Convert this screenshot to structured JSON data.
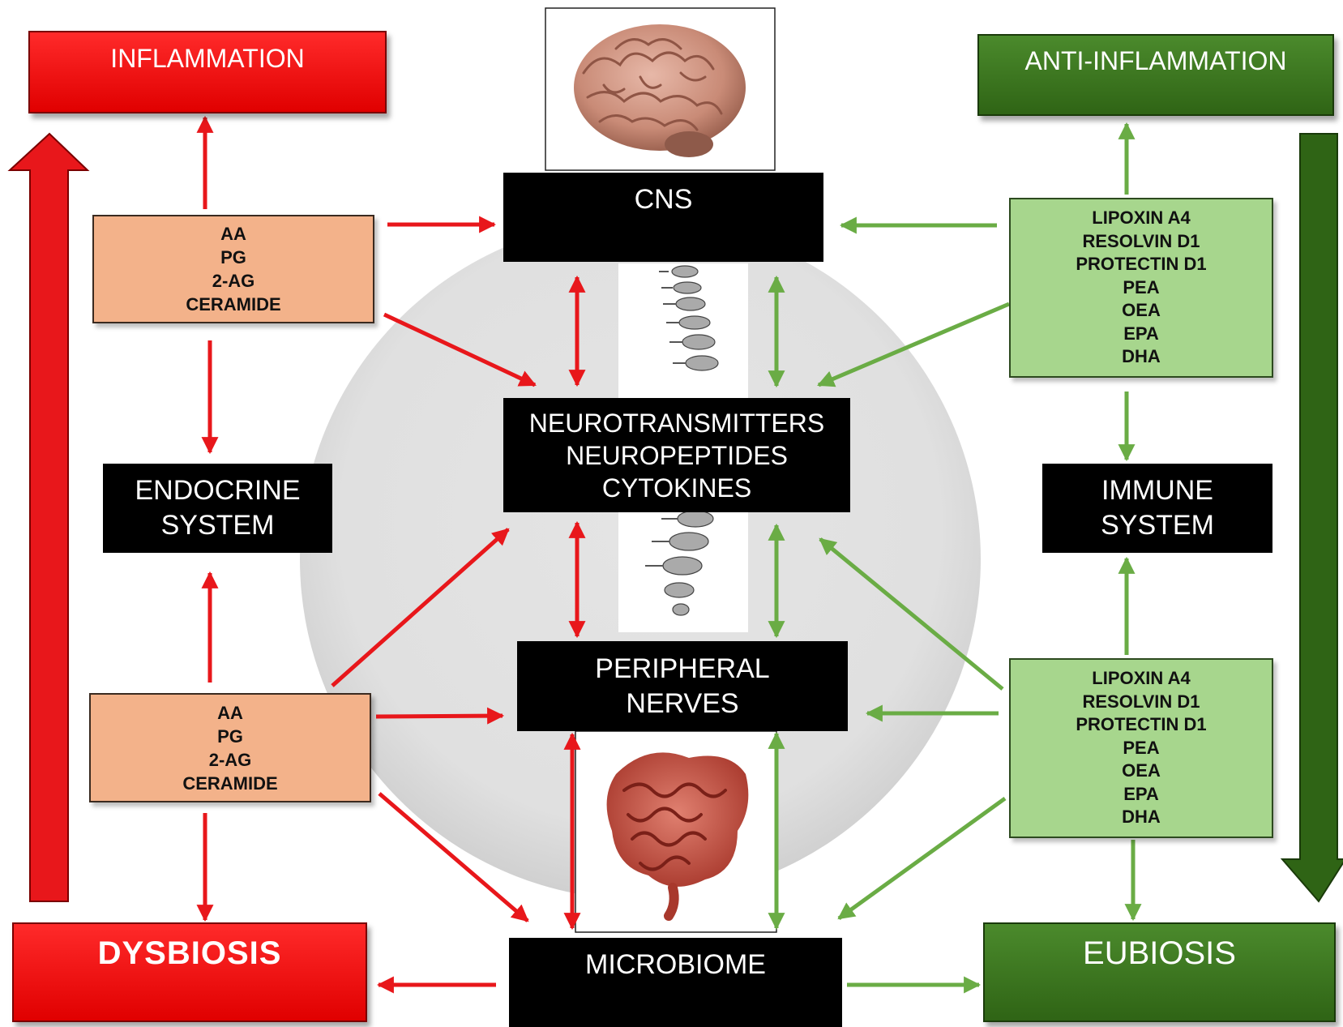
{
  "banners": {
    "inflammation": "INFLAMMATION",
    "anti_inflammation": "ANTI-INFLAMMATION",
    "dysbiosis": "DYSBIOSIS",
    "eubiosis": "EUBIOSIS"
  },
  "nodes": {
    "cns": "CNS",
    "mediators": [
      "NEUROTRANSMITTERS",
      "NEUROPEPTIDES",
      "CYTOKINES"
    ],
    "peripheral_nerves": [
      "PERIPHERAL",
      "NERVES"
    ],
    "microbiome": "MICROBIOME",
    "endocrine_system": [
      "ENDOCRINE",
      "SYSTEM"
    ],
    "immune_system": [
      "IMMUNE",
      "SYSTEM"
    ]
  },
  "pro_inflammatory_mediators_top": [
    "AA",
    "PG",
    "2-AG",
    "CERAMIDE"
  ],
  "pro_inflammatory_mediators_bottom": [
    "AA",
    "PG",
    "2-AG",
    "CERAMIDE"
  ],
  "anti_inflammatory_mediators_top": [
    "LIPOXIN A4",
    "RESOLVIN D1",
    "PROTECTIN D1",
    "PEA",
    "OEA",
    "EPA",
    "DHA"
  ],
  "anti_inflammatory_mediators_bottom": [
    "LIPOXIN A4",
    "RESOLVIN D1",
    "PROTECTIN D1",
    "PEA",
    "OEA",
    "EPA",
    "DHA"
  ],
  "images": {
    "brain": "brain-illustration",
    "spine": "spinal-column-illustration",
    "intestine": "intestine-illustration"
  },
  "colors": {
    "pro_inflammatory": "#e8171b",
    "anti_inflammatory": "#6aac45",
    "dark_green": "#2f6415",
    "peach": "#f3b28a",
    "light_green": "#a7d68d"
  }
}
